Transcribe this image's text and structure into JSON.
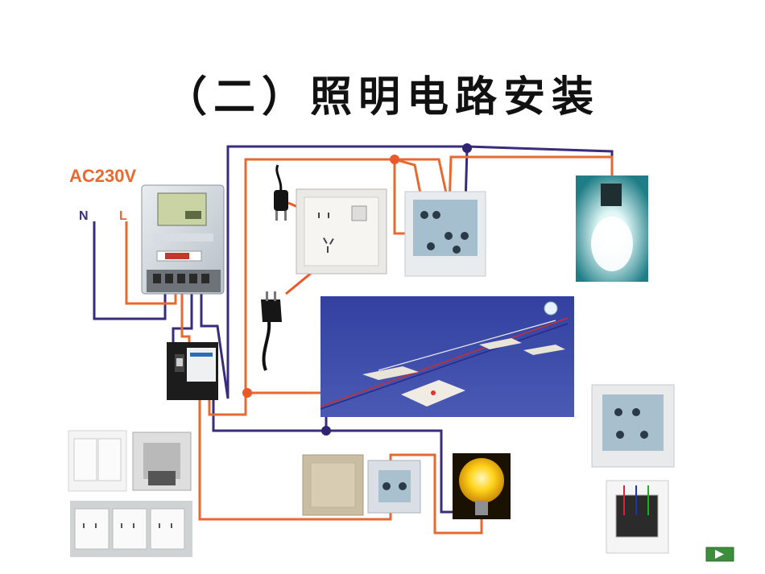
{
  "slide": {
    "title": "（二）照明电路安装"
  },
  "labels": {
    "ac_voltage": "AC230V",
    "neutral": "N",
    "live": "L"
  },
  "colors": {
    "live_wire": "#e8692f",
    "neutral_wire": "#3a2b7d",
    "junction_live": "#e8592a",
    "junction_neutral": "#2d2570",
    "schematic_bg": "#3f4ea8"
  },
  "icons": {
    "next_slide": "play-triangle-icon"
  }
}
